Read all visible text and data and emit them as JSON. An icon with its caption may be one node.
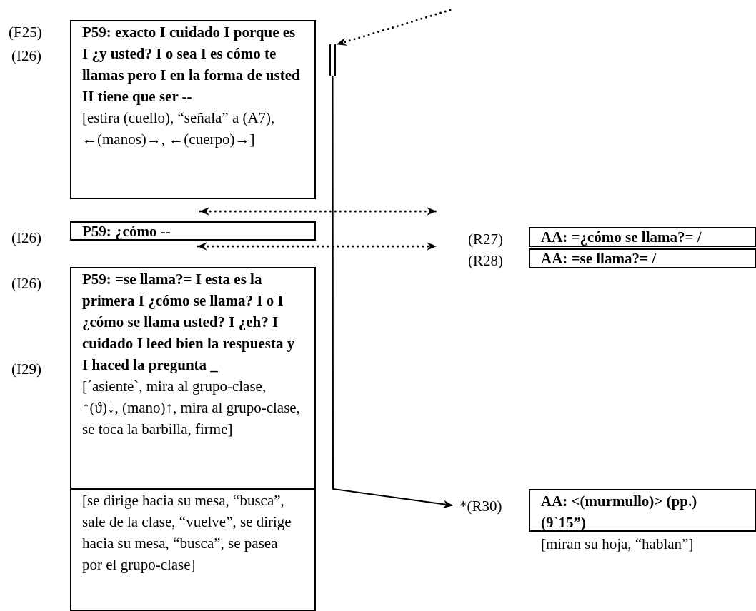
{
  "diagram": {
    "nodes": [
      {
        "text": [
          "P59: exacto I cuidado I porque es I ¿y usted? I o sea I es cómo te llamas pero I en la forma de usted II tiene que ser --",
          "[estira (cuello), “señala” a (A7), ←(manos)→, ←(cuerpo)→]"
        ],
        "beside": [
          "(F25)",
          "(I26)"
        ]
      },
      {
        "text": [
          "P59: ¿cómo --"
        ],
        "beside": [
          "(I26)"
        ]
      },
      {
        "text": [
          "P59: =se llama?= I esta es la primera I ¿cómo se llama? I o I ¿cómo se llama usted? I ¿eh? I cuidado I leed bien la respuesta y I haced la pregunta _",
          "[´asiente`, mira al grupo-clase, ↑(ϑ)↓, (mano)↑, mira al grupo-clase, se toca la barbilla, firme]"
        ],
        "beside": [
          "(I26)",
          "(I29)"
        ]
      },
      {
        "text": [
          "[se dirige hacia su mesa, “busca”, sale de la clase, “vuelve”, se dirige hacia su mesa, “busca”, se pasea por el grupo-clase]"
        ]
      },
      {
        "text": [
          "AA: =¿cómo se llama?= /"
        ],
        "beside": [
          "(R27)"
        ]
      },
      {
        "text": [
          "AA: =se llama?= /"
        ],
        "beside": [
          "(R28)"
        ]
      },
      {
        "text": [],
        "shape": "bar"
      },
      {
        "text": [
          "AA: <(murmullo)> (pp.) (9`15”)",
          "[miran su hoja, “hablan”]"
        ],
        "beside": [
          "*(R30)"
        ]
      }
    ],
    "edges": [
      {
        "from": null,
        "to": 6,
        "arrow": "to",
        "style": "dashed"
      },
      {
        "from": 0,
        "to": 4,
        "arrow": "both",
        "style": "dashed"
      },
      {
        "from": 1,
        "to": 5,
        "arrow": "both",
        "style": "dashed"
      },
      {
        "from": 6,
        "to": 7,
        "arrow": "to"
      }
    ]
  }
}
